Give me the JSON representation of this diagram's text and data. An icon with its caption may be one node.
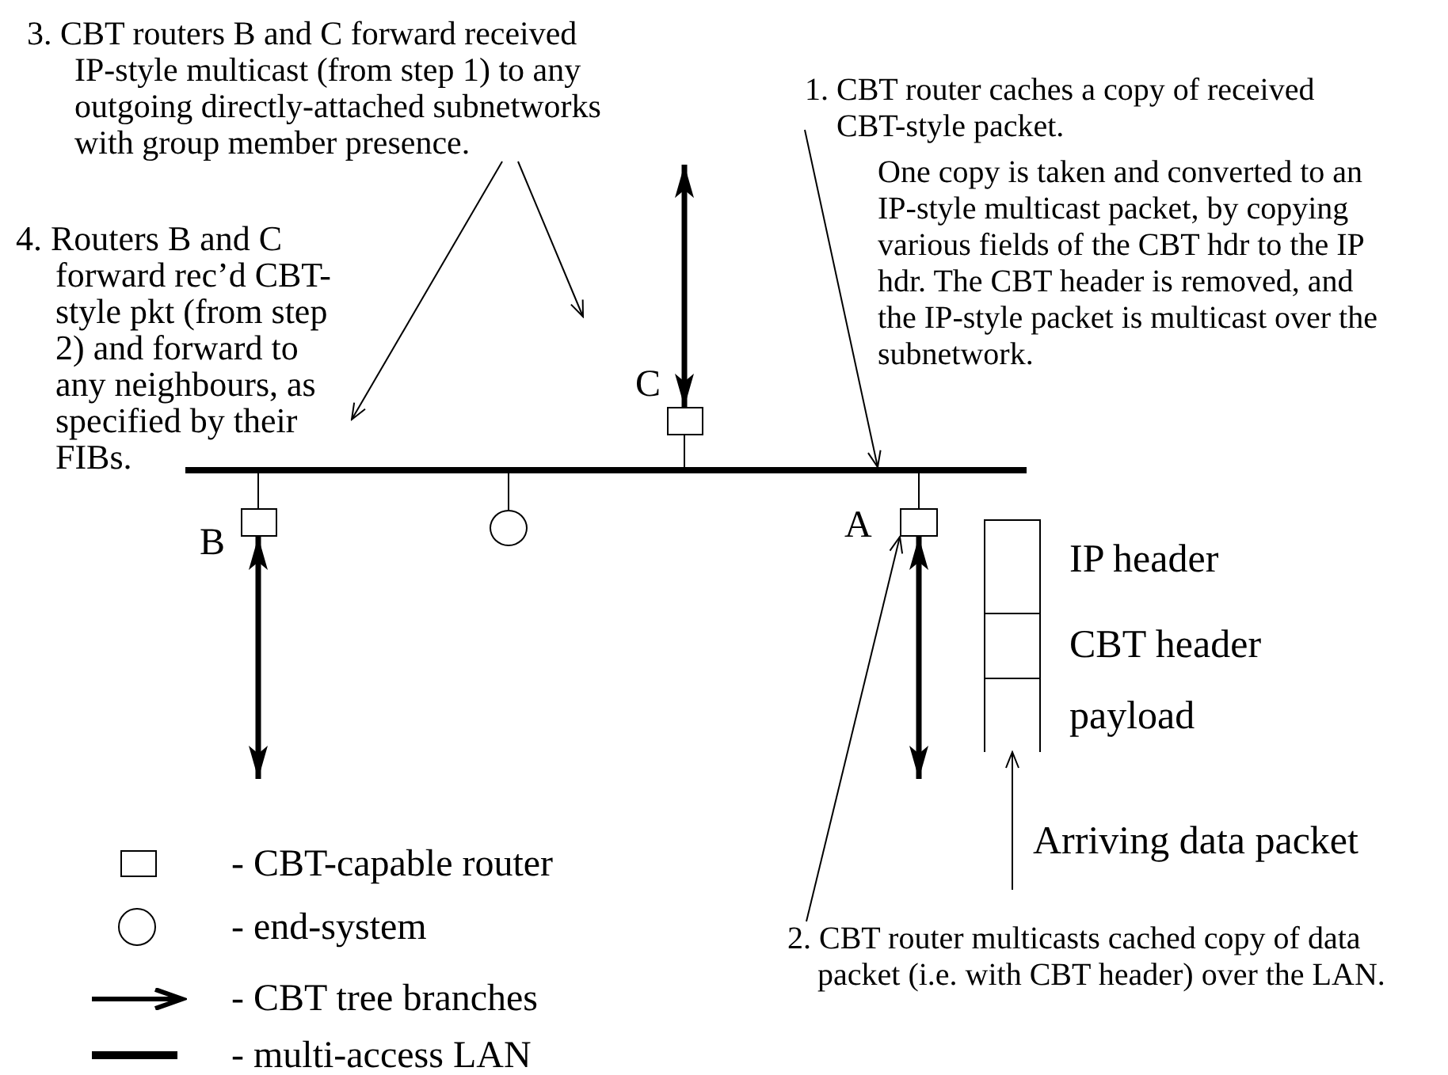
{
  "diagram": {
    "nodes": [
      {
        "text": [
          "3. CBT routers B and C forward received IP-style multicast (from step 1) to any outgoing directly-attached subnetworks with group member presence."
        ]
      },
      {
        "text": [
          "4. Routers B and C forward rec’d CBT-style pkt (from step 2) and forward to any neighbours, as specified by their FIBs."
        ]
      },
      {
        "text": [
          "1. CBT router caches a copy of received CBT-style packet.",
          "One copy is taken and converted to an IP-style multicast packet, by copying various fields of the CBT hdr to the IP hdr. The CBT header is removed, and the IP-style packet is multicast over the subnetwork."
        ]
      },
      {
        "text": [],
        "shape": "bar"
      },
      {
        "text": [],
        "shape": "box",
        "beside": [
          "C"
        ]
      },
      {
        "text": [],
        "shape": "box",
        "beside": [
          "B"
        ]
      },
      {
        "text": [],
        "shape": "circle"
      },
      {
        "text": [],
        "shape": "box",
        "beside": [
          "A"
        ]
      },
      {
        "text": [],
        "shape": "box",
        "beside": [
          "IP header",
          "CBT header",
          "payload"
        ]
      },
      {
        "text": [
          "2. CBT router multicasts cached copy of data packet (i.e. with CBT header) over the LAN."
        ]
      }
    ],
    "edges": [
      {
        "from": 0,
        "to": 1,
        "arrow": "to"
      },
      {
        "from": 0,
        "to": null,
        "arrow": "to"
      },
      {
        "from": 2,
        "to": 3,
        "arrow": "to"
      },
      {
        "from": 9,
        "to": 7,
        "arrow": "to"
      },
      {
        "from": null,
        "to": 4,
        "arrow": "both",
        "style": "thick"
      },
      {
        "from": 5,
        "to": null,
        "arrow": "both",
        "style": "thick"
      },
      {
        "from": 7,
        "to": null,
        "arrow": "both",
        "style": "thick"
      },
      {
        "from": 4,
        "to": 3,
        "arrow": "none"
      },
      {
        "from": 3,
        "to": 5,
        "arrow": "none"
      },
      {
        "from": 3,
        "to": 6,
        "arrow": "none"
      },
      {
        "from": 3,
        "to": 7,
        "arrow": "none"
      },
      {
        "from": null,
        "to": 8,
        "arrow": "to",
        "label": "Arriving data packet"
      }
    ],
    "legend": [
      {
        "text": "- CBT-capable router"
      },
      {
        "text": "- end-system"
      },
      {
        "text": "- CBT tree branches"
      },
      {
        "text": "- multi-access LAN"
      }
    ]
  }
}
